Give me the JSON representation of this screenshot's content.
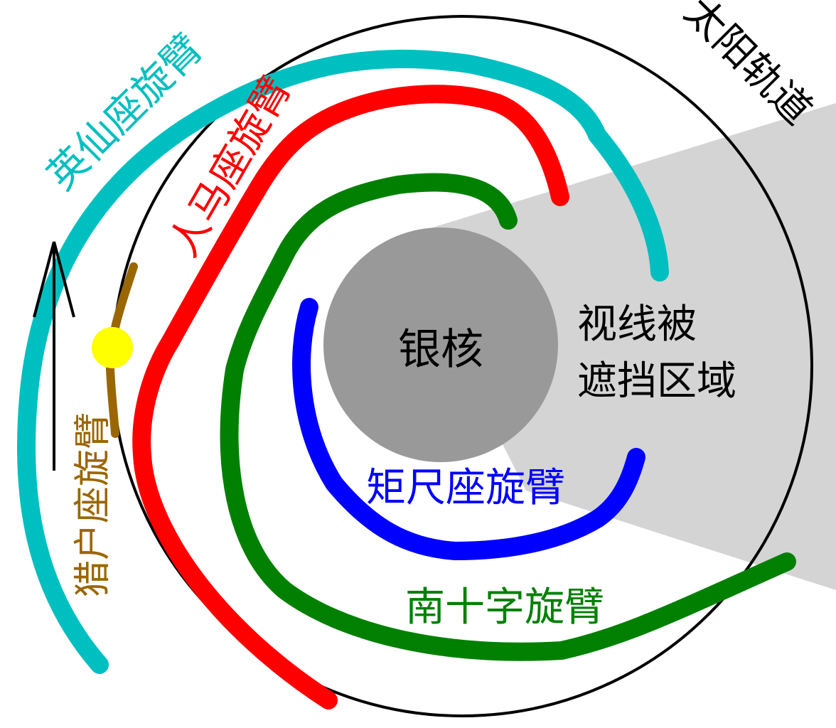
{
  "labels": {
    "solar_orbit": "太阳轨道",
    "perseus_arm": "英仙座旋臂",
    "sagittarius_arm": "人马座旋臂",
    "orion_arm": "猎户座旋臂",
    "core": "银核",
    "obscured_line1": "视线被",
    "obscured_line2": "遮挡区域",
    "norma_arm": "矩尺座旋臂",
    "crux_arm": "南十字旋臂"
  },
  "colors": {
    "perseus": "#00bfc0",
    "sagittarius": "#ff0000",
    "crux": "#008000",
    "norma": "#0000ff",
    "orion": "#9a6600",
    "sun": "#ffff00",
    "core": "#999999",
    "obscured": "#d4d4d4",
    "orbit": "#000000"
  }
}
